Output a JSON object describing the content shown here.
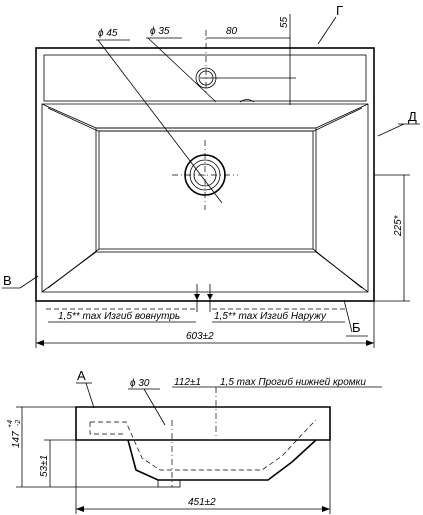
{
  "labels": {
    "d45": "ϕ 45",
    "d35": "ϕ 35",
    "dim80": "80",
    "dim55": "55",
    "letter_g": "Г",
    "letter_d": "Д",
    "letter_v": "В",
    "letter_b": "Б",
    "letter_a": "А",
    "dim225": "225*",
    "bend_in": "1,5** max Изгиб вовнутрь",
    "bend_out": "1,5** max Изгиб Наружу",
    "width603": "603±2",
    "d30": "ϕ 30",
    "dim112": "112±1",
    "lower_edge": "1,5 max Прогиб нижней кромки",
    "height147": "147",
    "height147_tol_up": "+4",
    "height147_tol_dn": "-2",
    "height53": "53±1",
    "depth451": "451±2"
  }
}
